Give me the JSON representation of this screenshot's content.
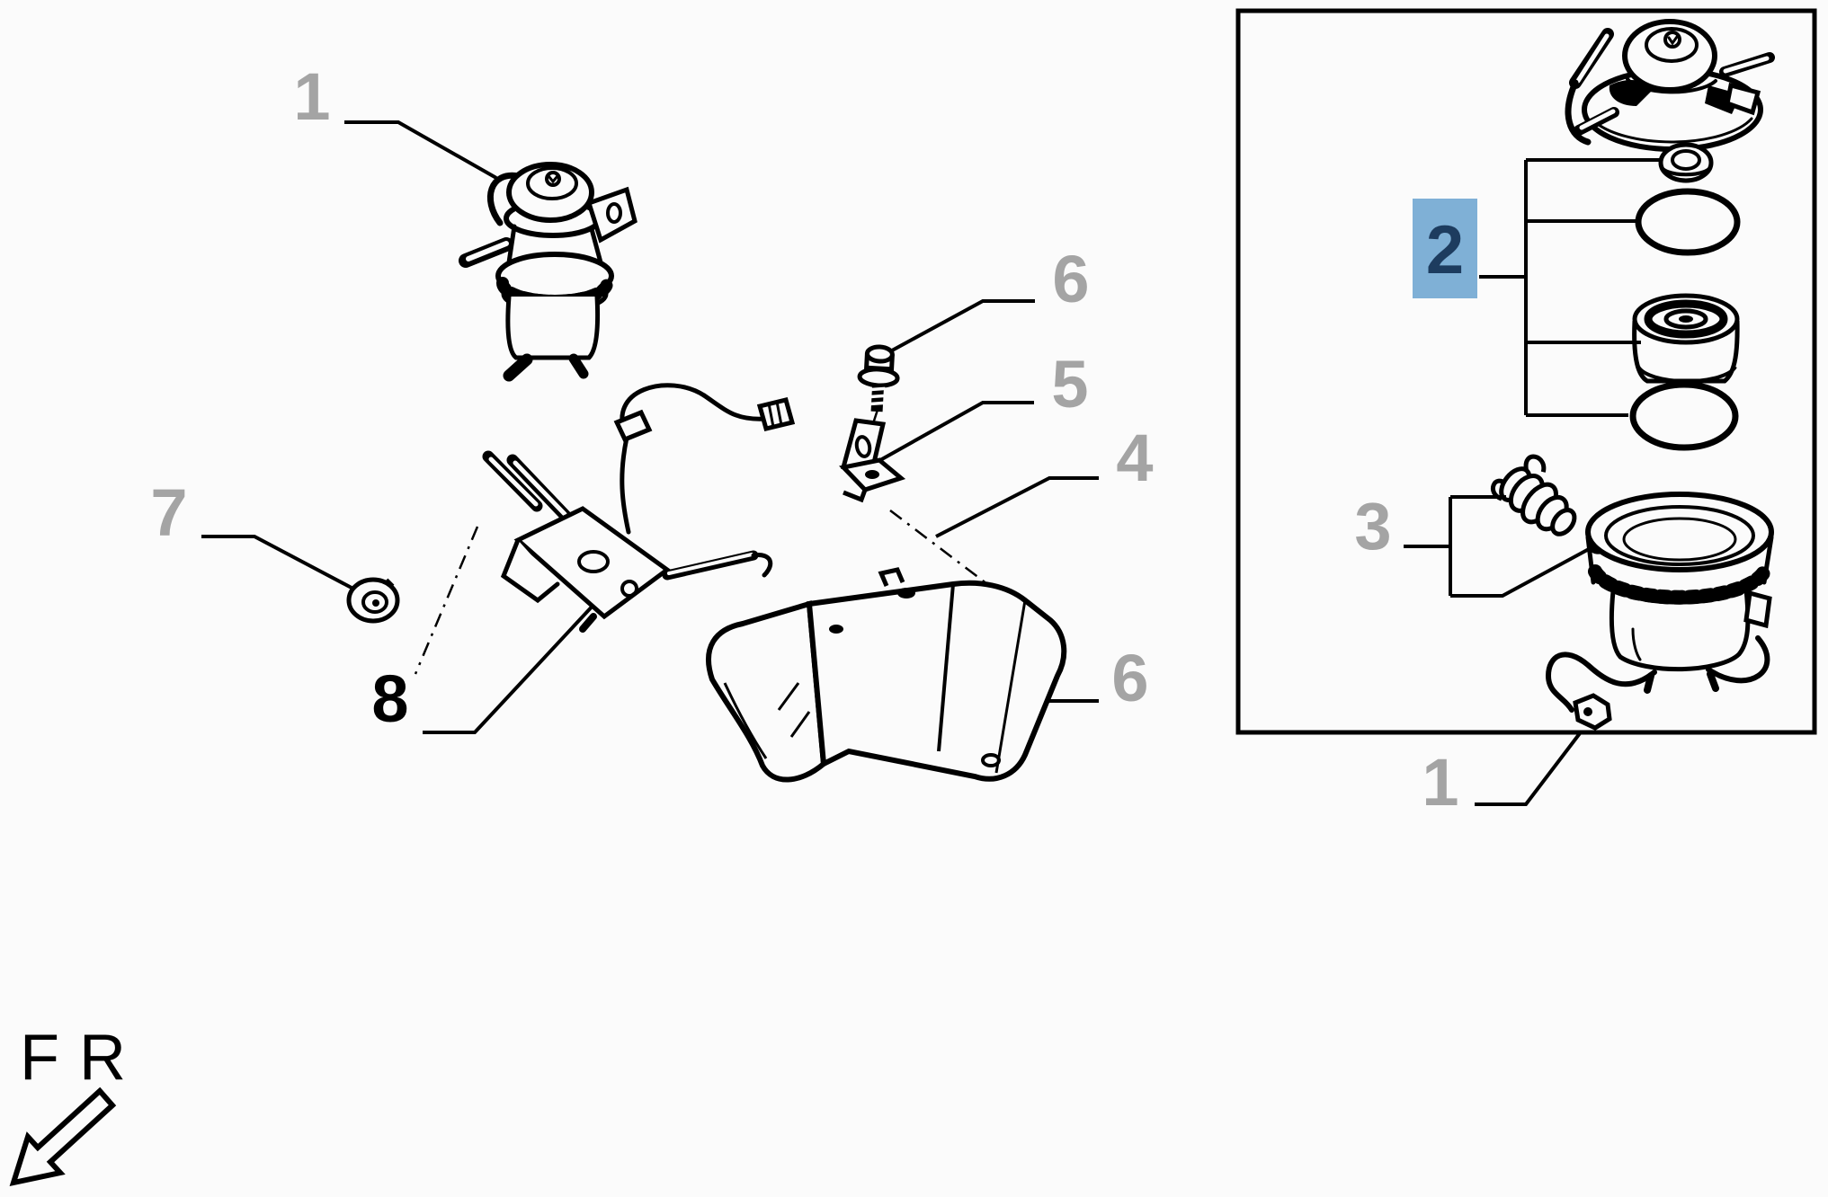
{
  "colors": {
    "background": "#fbfbfb",
    "line": "#000000",
    "callout_gray": "#a4a4a4",
    "callout_black": "#000000",
    "highlight_fill": "#7fb0d6",
    "highlight_text": "#1d3c5f"
  },
  "callouts": [
    {
      "id": "item1-left",
      "label": "1",
      "style": "gray"
    },
    {
      "id": "item6-upper",
      "label": "6",
      "style": "gray"
    },
    {
      "id": "item5",
      "label": "5",
      "style": "gray"
    },
    {
      "id": "item4",
      "label": "4",
      "style": "gray"
    },
    {
      "id": "item7",
      "label": "7",
      "style": "gray"
    },
    {
      "id": "item8",
      "label": "8",
      "style": "black"
    },
    {
      "id": "item6-lower",
      "label": "6",
      "style": "gray"
    },
    {
      "id": "item2",
      "label": "2",
      "style": "highlighted"
    },
    {
      "id": "item3",
      "label": "3",
      "style": "gray"
    },
    {
      "id": "item1-panel",
      "label": "1",
      "style": "gray"
    }
  ],
  "direction_indicator": {
    "label": "FR"
  }
}
